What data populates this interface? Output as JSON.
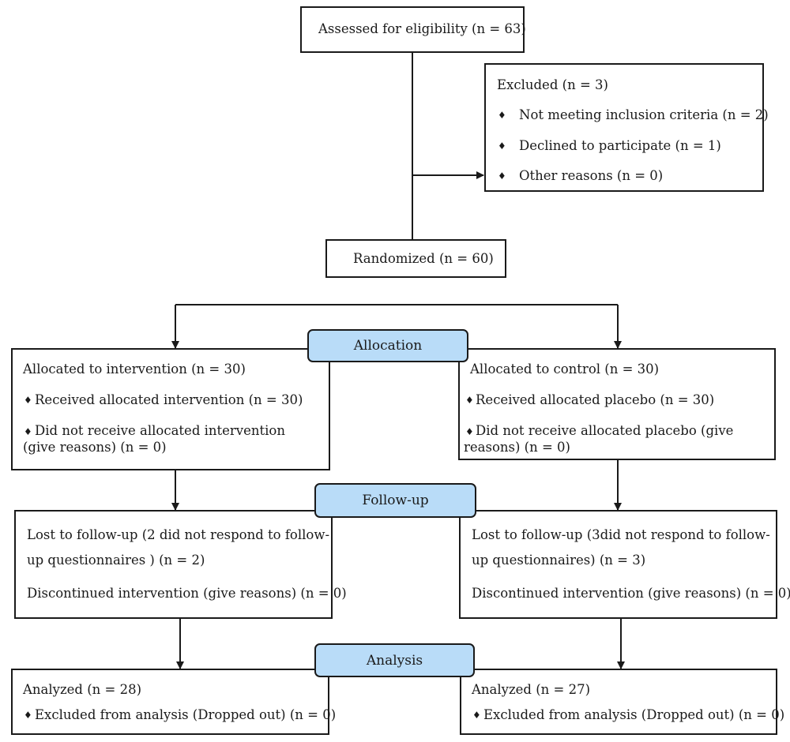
{
  "enrollment": {
    "assessed": "Assessed for eligibility (n = 63)",
    "excluded": {
      "title": "Excluded (n = 3)",
      "items": [
        "Not meeting inclusion criteria (n = 2)",
        "Declined to participate (n = 1)",
        "Other reasons (n = 0)"
      ]
    },
    "randomized": "Randomized (n = 60)"
  },
  "stages": {
    "allocation": "Allocation",
    "follow_up": "Follow-up",
    "analysis": "Analysis"
  },
  "allocation": {
    "left": {
      "title": "Allocated to intervention (n = 30)",
      "item1": "Received allocated intervention (n = 30)",
      "item2": "Did not receive allocated intervention (give reasons) (n = 0)"
    },
    "right": {
      "title": "Allocated to control (n = 30)",
      "item1": "Received allocated placebo (n = 30)",
      "item2": "Did not receive allocated placebo (give reasons) (n = 0)"
    }
  },
  "follow_up": {
    "left": {
      "lost": "Lost to follow-up (2 did not respond to follow-up questionnaires ) (n = 2)",
      "discontinued": "Discontinued intervention (give reasons) (n = 0)"
    },
    "right": {
      "lost": "Lost to follow-up (3did not respond to follow-up questionnaires) (n = 3)",
      "discontinued": "Discontinued intervention (give reasons) (n = 0)"
    }
  },
  "analysis": {
    "left": {
      "analyzed": "Analyzed (n = 28)",
      "excluded": "Excluded from analysis (Dropped out) (n = 0)"
    },
    "right": {
      "analyzed": "Analyzed (n = 27)",
      "excluded": "Excluded from analysis (Dropped out) (n = 0)"
    }
  },
  "bullet": "♦",
  "colors": {
    "stage_fill": "#b9dcf8",
    "line": "#1a1a1a"
  }
}
